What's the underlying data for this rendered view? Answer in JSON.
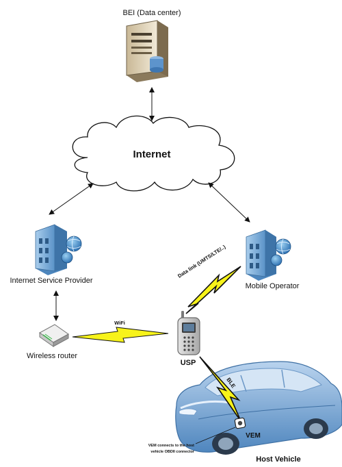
{
  "nodes": {
    "data_center": "BEI (Data center)",
    "internet": "Internet",
    "isp": "Internet Service Provider",
    "mobile_operator": "Mobile Operator",
    "router": "Wireless router",
    "usp": "USP",
    "vem": "VEM",
    "host_vehicle": "Host Vehicle"
  },
  "links": {
    "wifi": "WiFi",
    "data_link": "Data link (UMTS/LTE/..)",
    "ble": "BLE"
  },
  "notes": {
    "vem_note_line1": "VEM connects to the host",
    "vem_note_line2": "vehicle OBDII connector"
  },
  "colors": {
    "lightning": "#f7f31a",
    "lightning_dark": "#111111",
    "building": "#7fb0da",
    "globe": "#3f87c8",
    "car": "#6b9fd1"
  }
}
